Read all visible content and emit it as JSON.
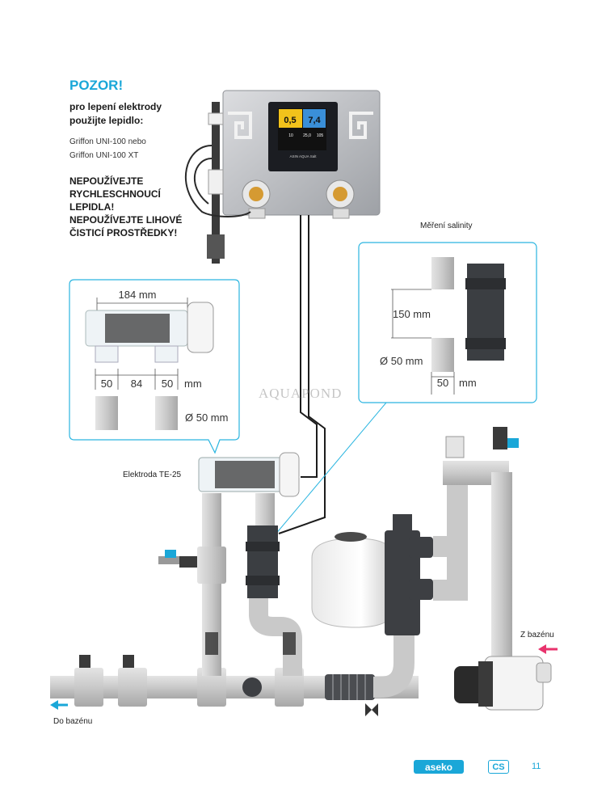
{
  "warning": {
    "title": "POZOR!",
    "subtitle": "pro lepení elektrody použijte lepidlo:",
    "glue_1": "Griffon UNI-100 nebo",
    "glue_2": "Griffon UNI-100 XT",
    "caution": "NEPOUŽÍVEJTE RYCHLESCHNOUCÍ LEPIDLA! NEPOUŽÍVEJTE LIHOVÉ ČISTICÍ PROSTŘEDKY!"
  },
  "controller": {
    "value_left": "0,5",
    "value_right": "7,4",
    "row_a": "10",
    "row_b": "25,0",
    "row_c": "105",
    "brand": "ASIN AQUA Salt"
  },
  "electrode_detail": {
    "total_length": "184 mm",
    "dim_left": "50",
    "dim_mid": "84",
    "dim_right": "50",
    "unit": "mm",
    "diameter": "Ø 50 mm"
  },
  "salinity_detail": {
    "title": "Měření salinity",
    "height": "150 mm",
    "diameter": "Ø 50 mm",
    "width": "50",
    "unit": "mm"
  },
  "labels": {
    "electrode": "Elektroda TE-25",
    "from_pool": "Z bazénu",
    "to_pool": "Do bazénu",
    "watermark": "AQUAPOND"
  },
  "footer": {
    "brand": "aseko",
    "lang": "CS",
    "page": "11"
  },
  "colors": {
    "accent": "#1aa7d8",
    "arrow_in": "#e8336d",
    "brand_blue": "#1aa7d8",
    "display_yellow": "#f2c21b",
    "display_blue": "#3a8fd8"
  }
}
